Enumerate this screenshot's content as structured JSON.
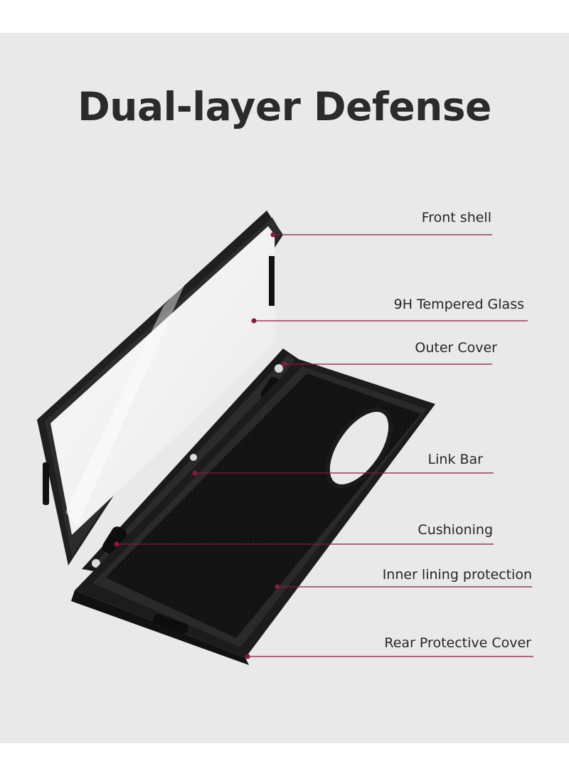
{
  "heading": "Dual-layer Defense",
  "callouts": [
    {
      "label": "Front shell"
    },
    {
      "label": "9H Tempered Glass"
    },
    {
      "label": "Outer Cover"
    },
    {
      "label": "Link Bar"
    },
    {
      "label": "Cushioning"
    },
    {
      "label": "Inner lining protection"
    },
    {
      "label": "Rear Protective Cover"
    }
  ],
  "colors": {
    "background": "#e9e9e9",
    "leader_line": "#8a1a3a",
    "case_black": "#1b1b1b",
    "heading_text": "#2b2b2b"
  }
}
